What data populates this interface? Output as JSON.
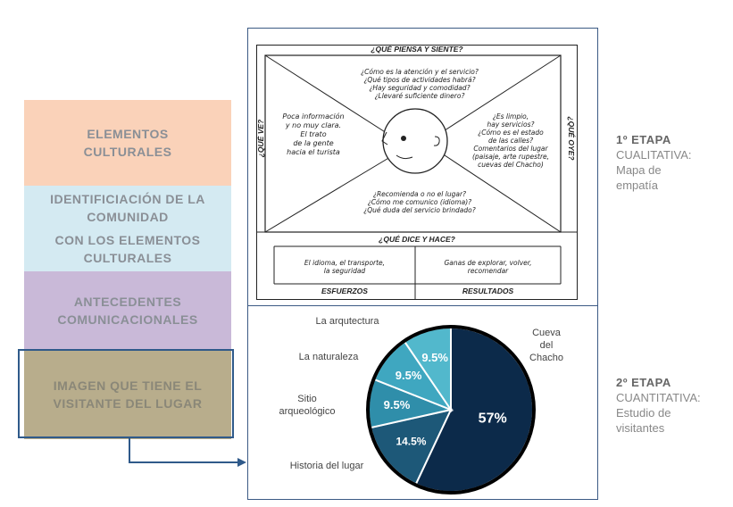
{
  "left_blocks": {
    "elementos": [
      "ELEMENTOS",
      "CULTURALES"
    ],
    "identificacion": [
      "IDENTIFICIACIÓN  DE LA",
      "COMUNIDAD",
      "CON LOS ELEMENTOS",
      "CULTURALES"
    ],
    "antecedentes": [
      "ANTECEDENTES",
      "COMUNICACIONALES"
    ],
    "imagen": [
      "IMAGEN  QUE  TIENE EL",
      "VISITANTE  DEL LUGAR"
    ]
  },
  "empathy_map": {
    "top_header": "¿QUÉ PIENSA Y SIENTE?",
    "left_header": "¿QUÉ VE?",
    "right_header": "¿QUÉ OYE?",
    "bottom_header": "¿QUÉ DICE Y HACE?",
    "top_notes": [
      "¿Cómo es la atención y el servicio?",
      "¿Qué tipos de actividades habrá?",
      "¿Hay seguridad y comodidad?",
      "¿Llevaré suficiente dinero?"
    ],
    "left_notes": [
      "Poca información",
      "y no muy clara.",
      "El trato",
      "de la gente",
      "hacia el turista"
    ],
    "right_notes": [
      "¿Es limpio,",
      "hay servicios?",
      "¿Cómo es el estado",
      "de las calles?",
      "Comentarios del lugar",
      "(paisaje, arte rupestre,",
      "cuevas del Chacho)"
    ],
    "bottom_notes": [
      "¿Recomienda o no el lugar?",
      "¿Cómo me comunico (idioma)?",
      "¿Qué duda del servicio brindado?"
    ],
    "esfuerzos_text": [
      "El idioma, el transporte,",
      "la seguridad"
    ],
    "resultados_text": [
      "Ganas de explorar, volver,",
      "recomendar"
    ],
    "esfuerzos_label": "ESFUERZOS",
    "resultados_label": "RESULTADOS"
  },
  "stages": {
    "stage1": [
      "1º ETAPA",
      "CUALITATIVA:",
      "Mapa de",
      "empatía"
    ],
    "stage2": [
      "2º ETAPA",
      "CUANTITATIVA:",
      "Estudio de",
      "visitantes"
    ]
  },
  "chart_data": {
    "type": "pie",
    "categories": [
      "Cueva del Chacho",
      "Historia del lugar",
      "Sitio arqueológico",
      "La naturaleza",
      "La arqutectura"
    ],
    "values": [
      57,
      14.5,
      9.5,
      9.5,
      9.5
    ],
    "value_labels": [
      "57%",
      "14.5%",
      "9.5%",
      "9.5%",
      "9.5%"
    ],
    "label_lines": {
      "cueva": [
        "Cueva",
        "del",
        "Chacho"
      ],
      "historia": [
        "Historia del lugar"
      ],
      "sitio": [
        "Sitio",
        "arqueológico"
      ],
      "naturaleza": [
        "La naturaleza"
      ],
      "arquitectura": [
        "La arqutectura"
      ]
    },
    "colors": [
      "#0c2a4a",
      "#1d5878",
      "#2f8eaa",
      "#3fa7c0",
      "#52b8cc"
    ]
  }
}
